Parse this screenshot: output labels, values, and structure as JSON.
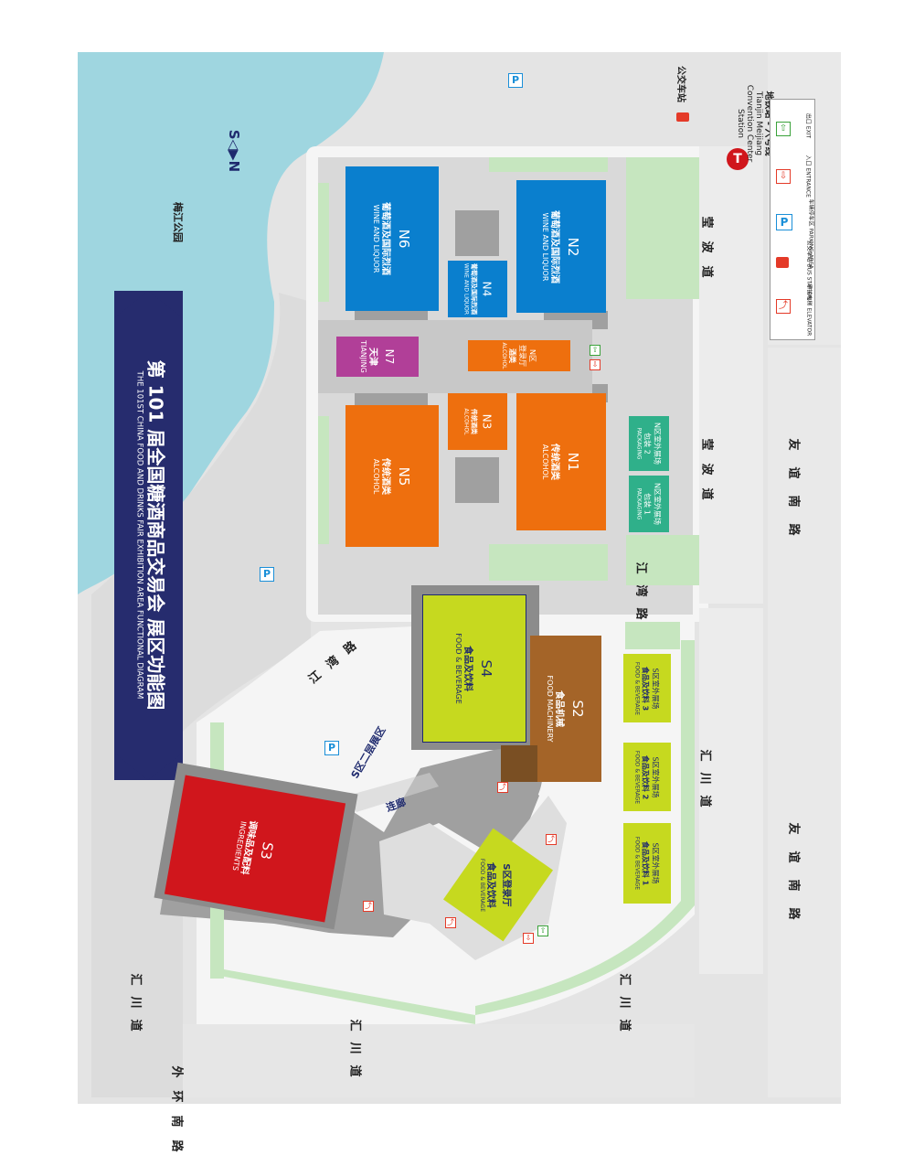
{
  "title": {
    "zh": "第 101 届全国糖酒商品交易会  展区功能图",
    "en": "THE 101ST CHINA FOOD AND DRINKS FAIR  EXHIBITION AREA FUNCTIONAL DIAGRAM"
  },
  "compass": "S◁▶N",
  "park": "梅江公园",
  "halls": {
    "n6": {
      "code": "N6",
      "zh": "葡萄酒及国际烈酒",
      "en": "WINE AND LIQUOR"
    },
    "n2": {
      "code": "N2",
      "zh": "葡萄酒及国际烈酒",
      "en": "WINE AND LIQUOR"
    },
    "n4": {
      "code": "N4",
      "zh": "葡萄酒及国际烈酒",
      "en": "WINE AND LIQUOR"
    },
    "n7": {
      "code": "N7",
      "zh": "天津",
      "en": "TIANJING"
    },
    "nlobby": {
      "code": "N区",
      "zh": "登录厅",
      "sub": "酒类",
      "en": "ALCOHOL"
    },
    "n5": {
      "code": "N5",
      "zh": "传统酒类",
      "en": "ALCOHOL"
    },
    "n3": {
      "code": "N3",
      "zh": "传统酒类",
      "en": "ALCOHOL"
    },
    "n1": {
      "code": "N1",
      "zh": "传统酒类",
      "en": "ALCOHOL"
    },
    "s4": {
      "code": "S4",
      "zh": "食品及饮料",
      "en": "FOOD & BEVERAGE"
    },
    "s2": {
      "code": "S2",
      "zh": "食品机械",
      "en": "FOOD MACHINERY"
    },
    "s3": {
      "code": "S3",
      "zh": "调味品及配料",
      "en": "INGREDIENTS"
    },
    "slobby": {
      "code": "S区登录厅",
      "zh": "食品及饮料",
      "en": "FOOD & BEVERAGE"
    }
  },
  "outdoor": {
    "n_pack1": {
      "zh1": "N区室外展场",
      "zh2": "包装 1",
      "en": "PACKAGING"
    },
    "n_pack2": {
      "zh1": "N区室外展场",
      "zh2": "包装 2",
      "en": "PACKAGING"
    },
    "s_food1": {
      "zh1": "S区室外展场",
      "zh2": "食品及饮料 1",
      "en": "FOOD & BEVERAGE"
    },
    "s_food2": {
      "zh1": "S区室外展场",
      "zh2": "食品及饮料 2",
      "en": "FOOD & BEVERAGE"
    },
    "s_food3": {
      "zh1": "S区室外展场",
      "zh2": "食品及饮料 3",
      "en": "FOOD & BEVERAGE"
    }
  },
  "s_second_floor": "S区二层展区",
  "corridor": "连廊",
  "roads": {
    "yingbo": "莹波道",
    "youyi": "友谊南路",
    "jiangwan": "江湾路",
    "huichuan": "汇川道",
    "waihuan": "外环南路"
  },
  "metro": {
    "zh": "地铁站 - 六号线",
    "en1": "Tianjin Meijiang",
    "en2": "Convention Center",
    "en3": "Station"
  },
  "bus_stop": "公交车站",
  "legend": [
    {
      "icon": "elevator-icon",
      "zh": "手扶电梯",
      "en": "ELEVATOR",
      "color": "#e43a28"
    },
    {
      "icon": "bus-icon",
      "zh": "公交车站",
      "en": "BUS STATION",
      "color": "#e43a28"
    },
    {
      "icon": "parking-icon",
      "zh": "车辆停车区",
      "en": "PARKING AREA",
      "color": "#1a8fd8"
    },
    {
      "icon": "entrance-icon",
      "zh": "入口",
      "en": "ENTRANCE",
      "color": "#e43a28"
    },
    {
      "icon": "exit-icon",
      "zh": "出口",
      "en": "EXIT",
      "color": "#3aa23a"
    }
  ],
  "parking_label": "P",
  "colors": {
    "water": "#9fd6e0",
    "building": "#e2e2e2",
    "road": "#d6d6d6",
    "green": "#c6e6bf",
    "blue": "#0a7fce",
    "orange": "#ee6f0e",
    "purple": "#b13f98",
    "lime": "#c6d91f",
    "brown": "#a46428",
    "red": "#d0161c",
    "teal": "#2fb08a",
    "banner": "#262c6e",
    "grey": "#a0a0a0"
  }
}
